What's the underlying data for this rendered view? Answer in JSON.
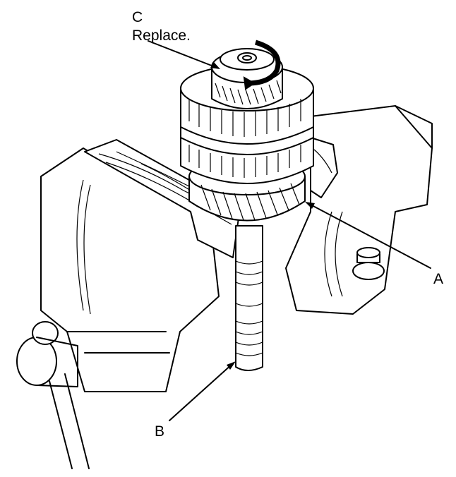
{
  "callouts": {
    "c_letter": "C",
    "c_note": "Replace.",
    "a_letter": "A",
    "b_letter": "B"
  },
  "colors": {
    "line": "#000000",
    "background": "#ffffff"
  }
}
